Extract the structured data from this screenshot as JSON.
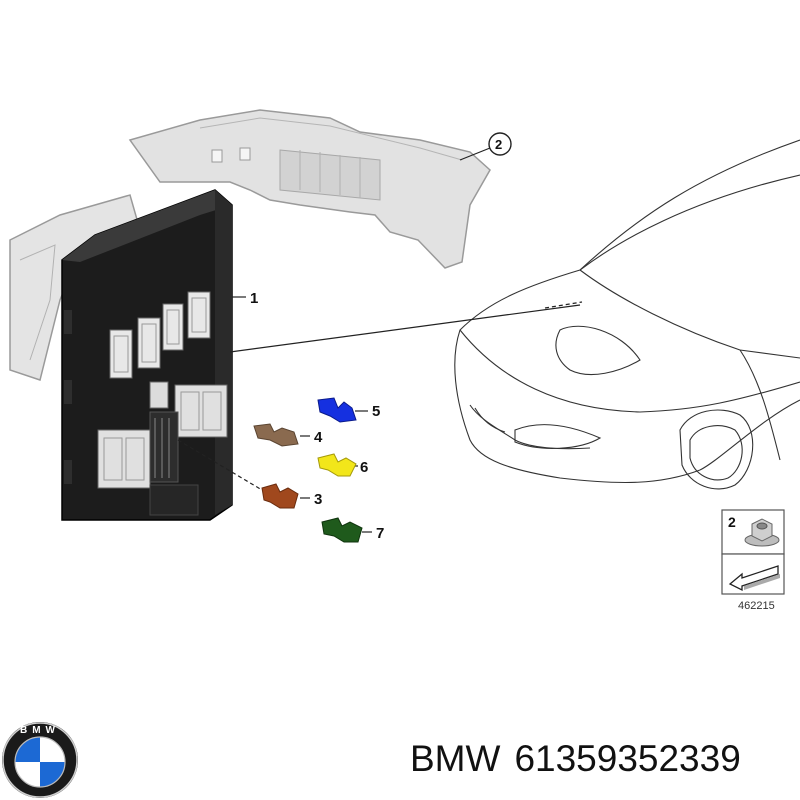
{
  "callouts": {
    "c1": "1",
    "c2": "2",
    "c3": "3",
    "c4": "4",
    "c5": "5",
    "c6": "6",
    "c7": "7"
  },
  "legend": {
    "item_number": "2",
    "reference": "462215"
  },
  "footer": {
    "brand": "BMW",
    "part_number": "61359352339"
  },
  "logo": {
    "letters": "BMW"
  },
  "icons": {
    "module": "control-module-icon",
    "bracket": "bracket-icon",
    "car": "car-outline-icon",
    "nut": "hex-nut-icon",
    "arrow": "direction-arrow-icon",
    "logo": "bmw-roundel-logo"
  },
  "colors": {
    "fuse_blue": "#1530e0",
    "fuse_brown_light": "#8a6a4f",
    "fuse_yellow": "#f2e61a",
    "fuse_brown": "#a0481d",
    "fuse_green": "#1f5a1c",
    "logo_blue": "#1c69d4",
    "module_body": "#1c1c1c",
    "bracket": "#dcdcdc"
  }
}
